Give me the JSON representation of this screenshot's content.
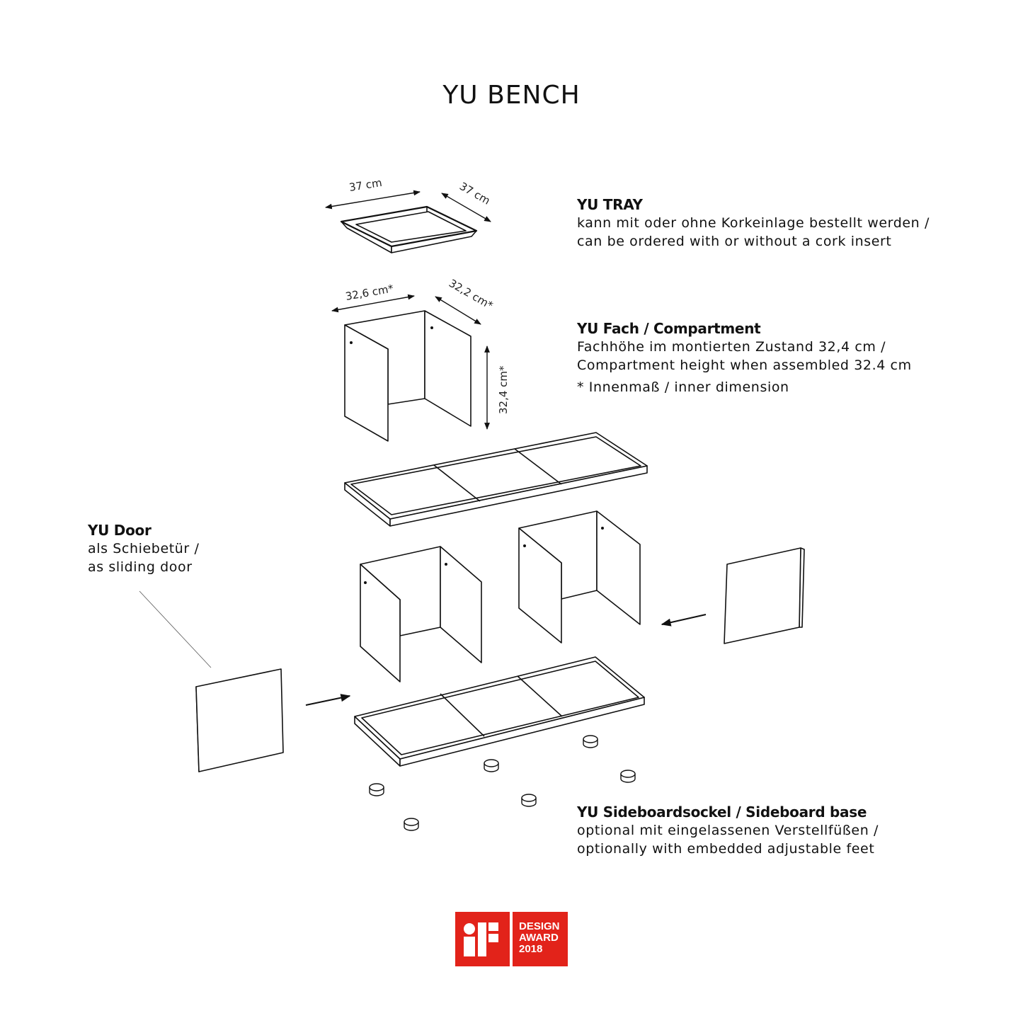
{
  "title": "YU BENCH",
  "dimensions": {
    "tray_width": "37 cm",
    "tray_depth": "37 cm",
    "compartment_width": "32,6 cm*",
    "compartment_depth": "32,2 cm*",
    "compartment_height": "32,4 cm*"
  },
  "tray": {
    "heading": "YU TRAY",
    "line1": "kann mit oder ohne Korkeinlage bestellt werden /",
    "line2": "can be ordered with or without a cork insert"
  },
  "compartment": {
    "heading": "YU Fach / Compartment",
    "line1": "Fachhöhe im montierten Zustand 32,4 cm /",
    "line2": "Compartment height when assembled 32.4 cm",
    "note": "* Innenmaß / inner dimension"
  },
  "door": {
    "heading": "YU Door",
    "line1": "als Schiebetür /",
    "line2": "as sliding door"
  },
  "base": {
    "heading": "YU Sideboardsockel / Sideboard base",
    "line1": "optional mit eingelassenen Verstellfüßen /",
    "line2": "optionally with embedded adjustable feet"
  },
  "award": {
    "brand": "iF",
    "line1": "DESIGN",
    "line2": "AWARD",
    "line3": "2018",
    "color": "#e2231a"
  }
}
